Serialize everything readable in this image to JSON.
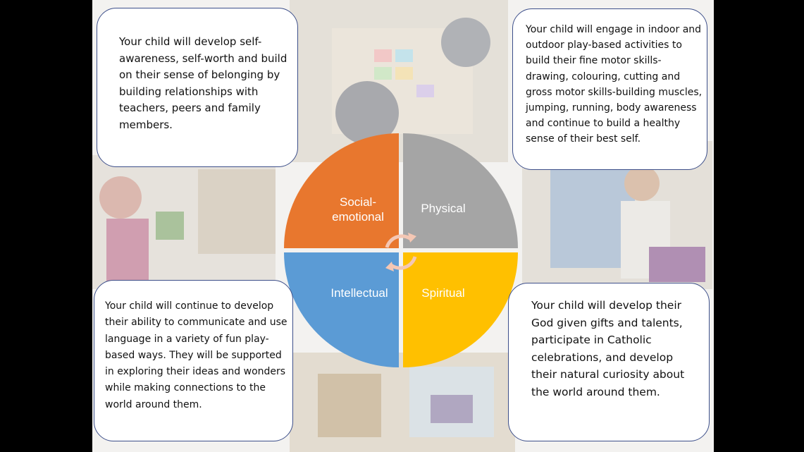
{
  "quadrants": [
    {
      "label": "Social-\nemotional",
      "color": "#e8772e"
    },
    {
      "label": "Physical",
      "color": "#a5a5a5"
    },
    {
      "label": "Intellectual",
      "color": "#5b9bd5"
    },
    {
      "label": "Spiritual",
      "color": "#ffc000"
    }
  ],
  "callouts": {
    "social_emotional": "Your child will develop self-awareness, self-worth and build on their sense of belonging by building relationships with teachers, peers and family members.",
    "physical": "Your child will engage in indoor and outdoor play-based activities to build their fine motor skills-drawing, colouring, cutting and gross motor skills-building muscles, jumping, running, body awareness and continue to build a healthy sense of their best self.",
    "intellectual": "Your child will continue to develop their ability to communicate and use language in a variety of fun play-based ways. They will be supported in exploring their ideas and wonders while making connections to the world around them.",
    "spiritual": "Your child will develop their God given gifts and talents, participate in Catholic celebrations, and develop their natural curiosity about the world around them."
  },
  "colors": {
    "border": "#3d4f8a",
    "cycle_arrow": "#f4c7b4"
  }
}
